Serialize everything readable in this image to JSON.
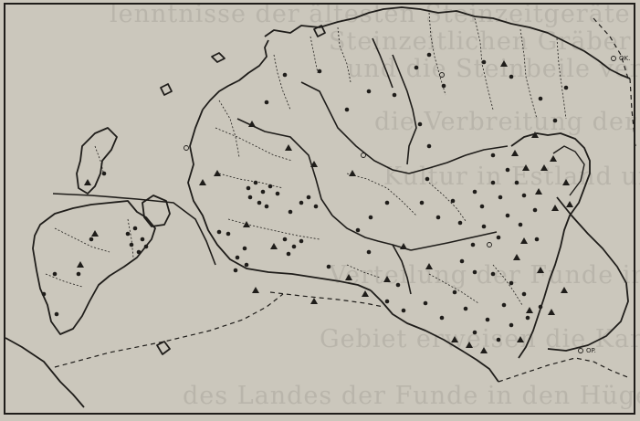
{
  "map": {
    "labels": {
      "northeast_place": "OK.",
      "southeast_place": "OP."
    },
    "bleed_through": [
      "lenntnisse der ältesten Steinzeitgeräte Glocke",
      "Steinzeitlichen Gräber den sechsen Grund",
      "und die Steinbeile verteilten sich die Bestätigung",
      "die Verbreitung der Steinzeitlichen Siedlungen im",
      "Kultur in Estland und Nord-Livland sowie",
      "Verteilung der Funde in den Kirchspielen",
      "Gebiet erweisen die Karte Rückung",
      "des Landes der Funde in den Hügeln"
    ],
    "colors": {
      "ink": "#1f1d1a",
      "paper": "#cbc7bc",
      "sea": "#cfcbc1"
    },
    "symbol_legend_meaning": [
      "dot",
      "triangle"
    ]
  }
}
